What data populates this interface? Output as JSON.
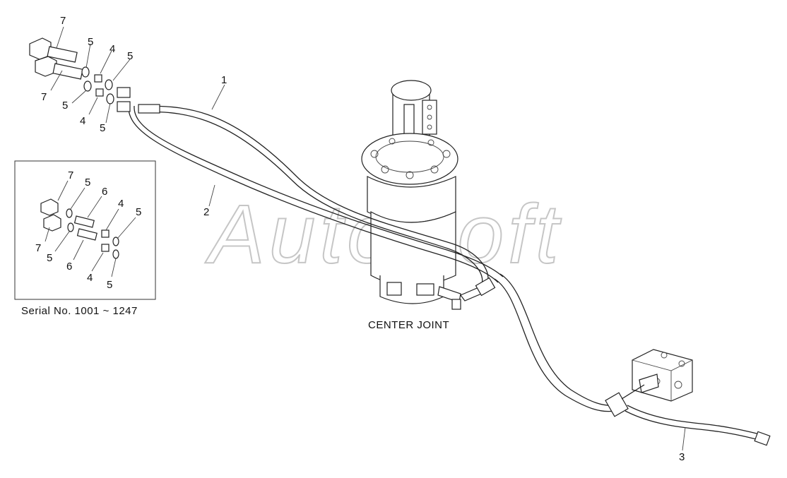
{
  "watermark": "AutoSoft",
  "caption_center": "CENTER JOINT",
  "inset": {
    "caption": "Serial No. 1001 ~ 1247",
    "callouts": [
      "7",
      "5",
      "6",
      "4",
      "5",
      "7",
      "5",
      "6",
      "4",
      "5"
    ]
  },
  "main_callouts": [
    "7",
    "5",
    "4",
    "5",
    "7",
    "5",
    "4",
    "5",
    "1",
    "2",
    "3"
  ]
}
